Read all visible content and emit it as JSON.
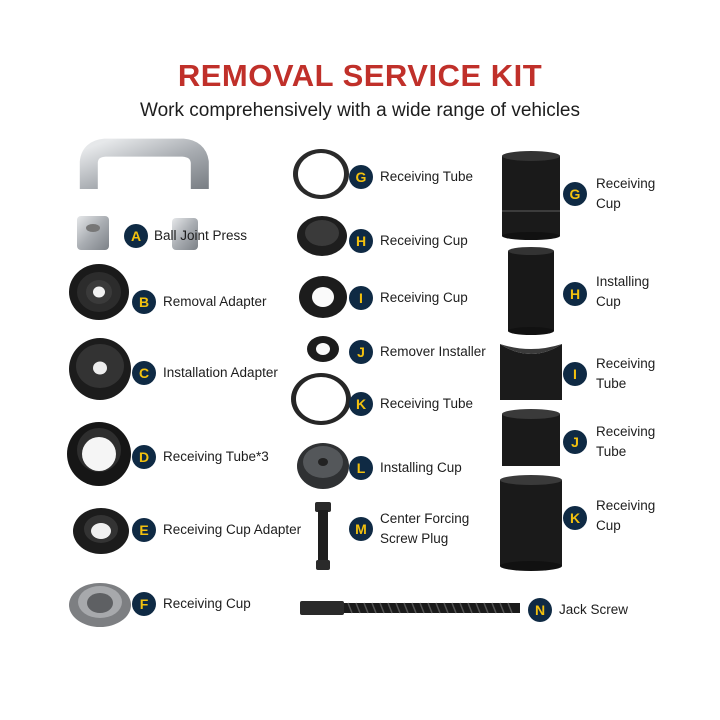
{
  "header": {
    "title": "REMOVAL SERVICE KIT",
    "subtitle": "Work comprehensively with a wide range of vehicles"
  },
  "colors": {
    "title": "#c0302a",
    "badge_bg": "#0f2a44",
    "badge_text": "#f3c10e"
  },
  "col1": [
    {
      "letter": "A",
      "label": "Ball Joint Press"
    },
    {
      "letter": "B",
      "label": "Removal Adapter"
    },
    {
      "letter": "C",
      "label": "Installation Adapter"
    },
    {
      "letter": "D",
      "label": "Receiving Tube*3"
    },
    {
      "letter": "E",
      "label": "Receiving Cup Adapter"
    },
    {
      "letter": "F",
      "label": "Receiving Cup"
    }
  ],
  "col2": [
    {
      "letter": "G",
      "label": "Receiving Tube"
    },
    {
      "letter": "H",
      "label": "Receiving Cup"
    },
    {
      "letter": "I",
      "label": "Receiving Cup"
    },
    {
      "letter": "J",
      "label": "Remover Installer"
    },
    {
      "letter": "K",
      "label": "Receiving Tube"
    },
    {
      "letter": "L",
      "label": "Installing Cup"
    },
    {
      "letter": "M",
      "label": "Center Forcing Screw Plug"
    },
    {
      "letter": "N",
      "label": "Jack Screw"
    }
  ],
  "col3": [
    {
      "letter": "G",
      "label": "Receiving Cup"
    },
    {
      "letter": "H",
      "label": "Installing Cup"
    },
    {
      "letter": "I",
      "label": "Receiving Tube"
    },
    {
      "letter": "J",
      "label": "Receiving Tube"
    },
    {
      "letter": "K",
      "label": "Receiving Cup"
    }
  ]
}
